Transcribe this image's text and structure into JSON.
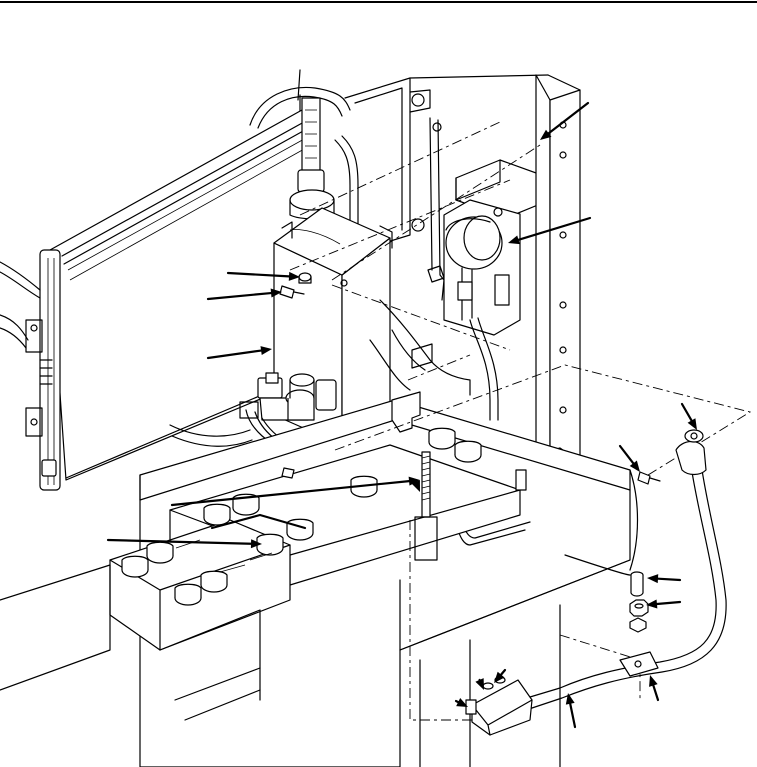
{
  "figure": {
    "header_rule": true,
    "callouts": [
      {
        "id": "callout-01"
      },
      {
        "id": "callout-02"
      },
      {
        "id": "callout-03"
      },
      {
        "id": "callout-04"
      },
      {
        "id": "callout-05"
      },
      {
        "id": "callout-06"
      },
      {
        "id": "callout-07"
      },
      {
        "id": "callout-08"
      },
      {
        "id": "callout-09"
      },
      {
        "id": "callout-10"
      },
      {
        "id": "callout-11"
      },
      {
        "id": "callout-12"
      },
      {
        "id": "callout-13"
      },
      {
        "id": "callout-14"
      },
      {
        "id": "callout-15"
      },
      {
        "id": "callout-16"
      },
      {
        "id": "callout-17"
      }
    ]
  }
}
